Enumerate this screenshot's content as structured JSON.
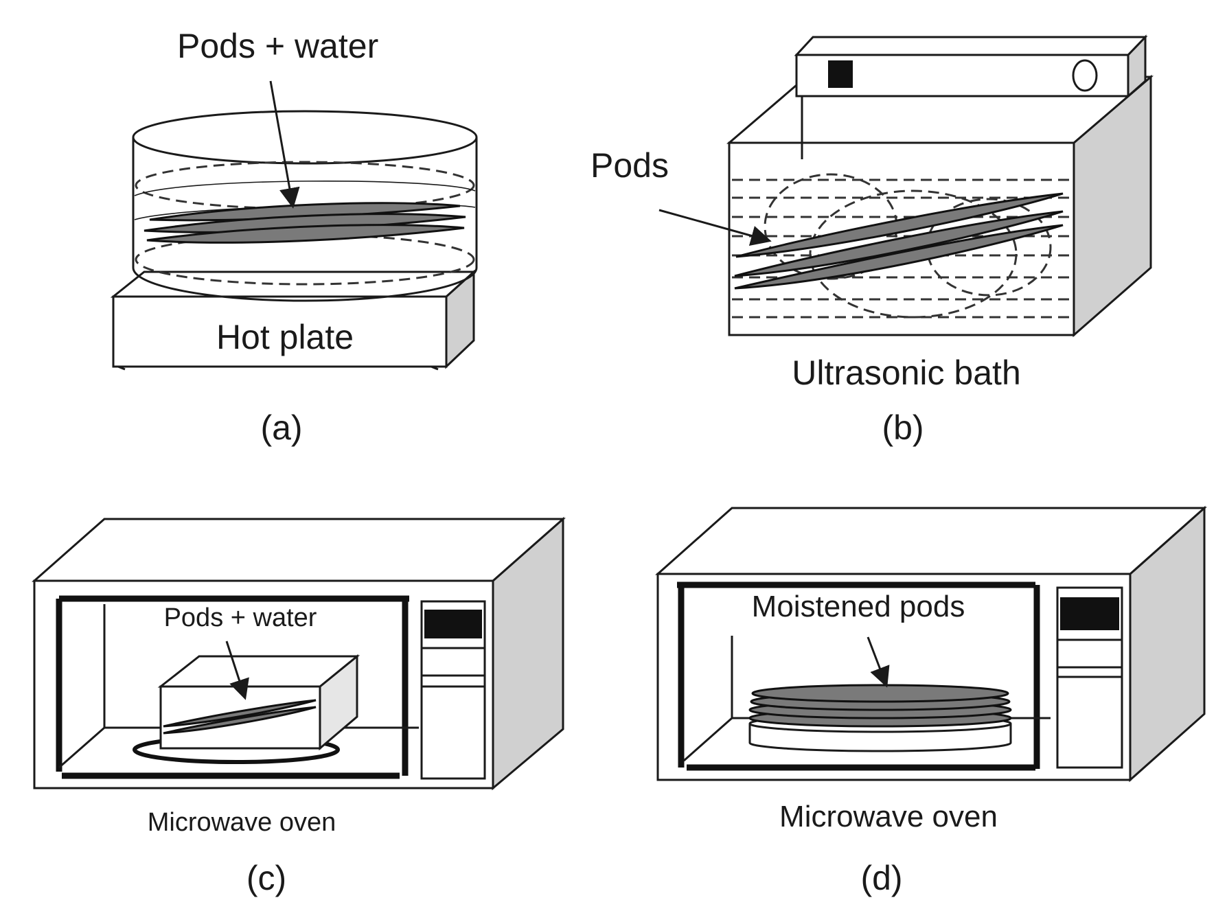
{
  "panels": {
    "a": {
      "caption": "(a)",
      "pointer_label": "Pods + water",
      "device_label": "Hot plate"
    },
    "b": {
      "caption": "(b)",
      "pointer_label": "Pods",
      "device_label": "Ultrasonic bath"
    },
    "c": {
      "caption": "(c)",
      "pointer_label": "Pods + water",
      "device_label": "Microwave oven"
    },
    "d": {
      "caption": "(d)",
      "pointer_label": "Moistened pods",
      "device_label": "Microwave oven"
    }
  }
}
